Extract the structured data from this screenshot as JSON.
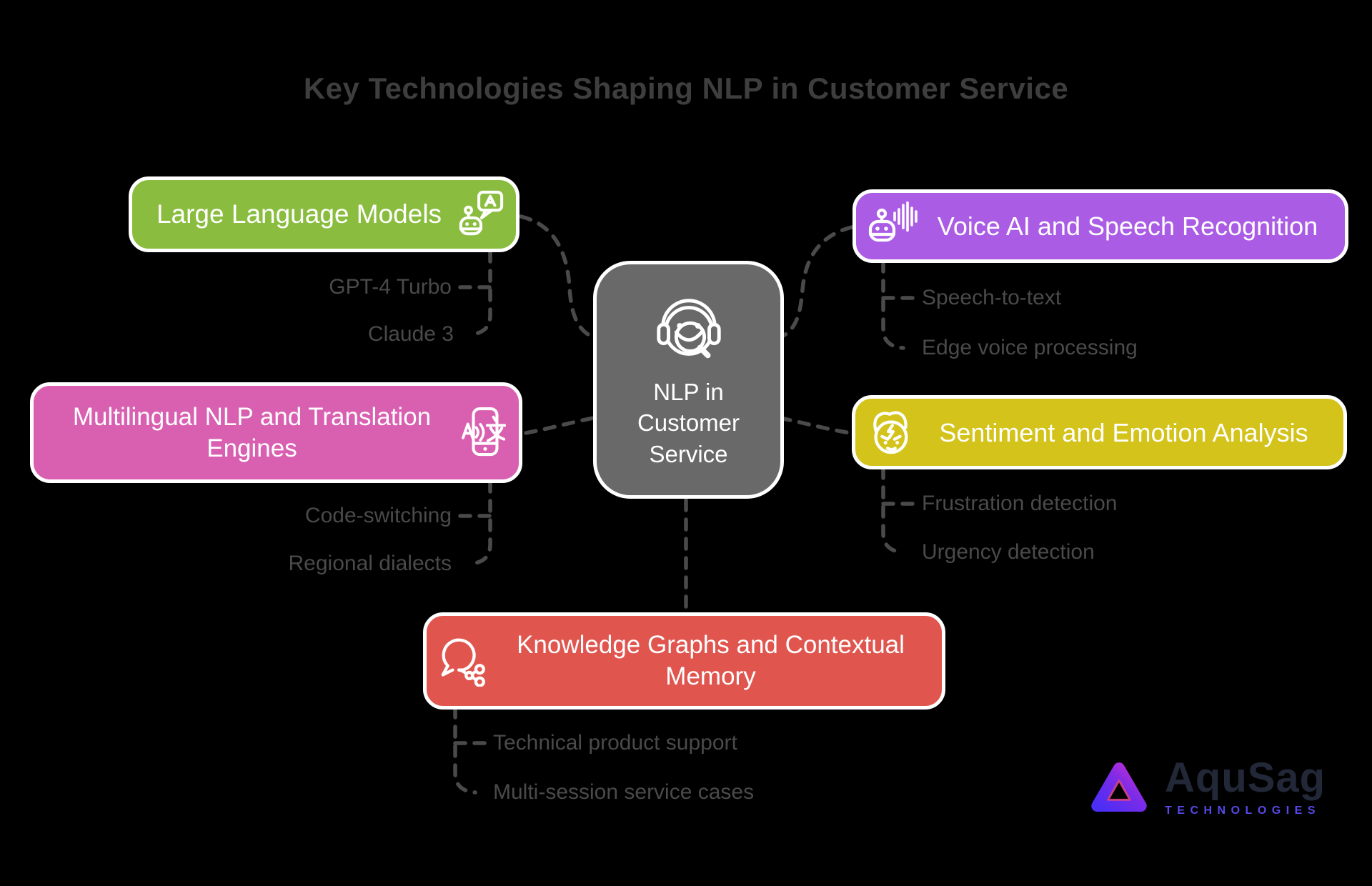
{
  "title": "Key Technologies Shaping NLP in Customer Service",
  "center": {
    "label": "NLP in Customer Service",
    "icon": "customer-service-headset-icon",
    "color": "#696969"
  },
  "branches": [
    {
      "label": "Large Language Models",
      "color": "#8ABD3F",
      "icon": "chatbot-icon",
      "children": [
        "GPT-4 Turbo",
        "Claude 3"
      ]
    },
    {
      "label": "Voice AI and Speech Recognition",
      "color": "#AB5CE4",
      "icon": "voice-robot-icon",
      "children": [
        "Speech-to-text",
        "Edge voice processing"
      ]
    },
    {
      "label": "Multilingual NLP and Translation Engines",
      "color": "#D960B1",
      "icon": "translation-phone-icon",
      "children": [
        "Code-switching",
        "Regional dialects"
      ]
    },
    {
      "label": "Sentiment and Emotion Analysis",
      "color": "#D4C31A",
      "icon": "emotion-face-icon",
      "children": [
        "Frustration detection",
        "Urgency detection"
      ]
    },
    {
      "label": "Knowledge Graphs and Contextual Memory",
      "color": "#E0564F",
      "icon": "knowledge-graph-icon",
      "children": [
        "Technical product support",
        "Multi-session service cases"
      ]
    }
  ],
  "logo": {
    "name": "AquSag",
    "tagline": "TECHNOLOGIES"
  },
  "colors": {
    "background": "#000000",
    "title_text": "#3e3e3e",
    "sub_label_text": "#4a4a4a",
    "connector": "#4a4a4a",
    "box_border": "#ffffff",
    "box_text": "#ffffff"
  }
}
